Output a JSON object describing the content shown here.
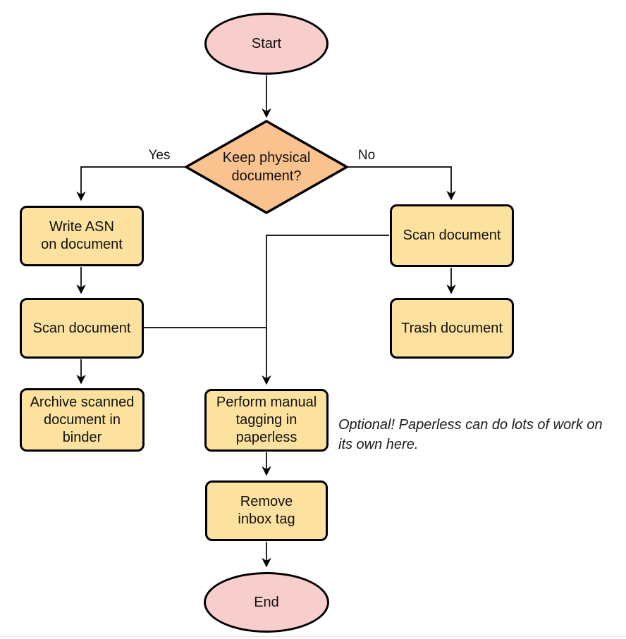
{
  "colors": {
    "canvas_bg": "#ffffff",
    "stroke": "#000000",
    "text": "#111111",
    "terminal_fill": "#f8cecc",
    "decision_fill": "#fac28f",
    "process_fill": "#fce29e",
    "bottom_rule": "#e9e5e5"
  },
  "nodes": {
    "start": {
      "type": "terminal",
      "label": "Start"
    },
    "decision": {
      "type": "decision",
      "lines": [
        "Keep physical",
        "document?"
      ]
    },
    "write_asn": {
      "type": "process",
      "lines": [
        "Write ASN",
        "on document"
      ]
    },
    "scan_left": {
      "type": "process",
      "label": "Scan document"
    },
    "archive": {
      "type": "process",
      "lines": [
        "Archive scanned",
        "document in",
        "binder"
      ]
    },
    "scan_right": {
      "type": "process",
      "label": "Scan document"
    },
    "trash": {
      "type": "process",
      "label": "Trash document"
    },
    "tagging": {
      "type": "process",
      "lines": [
        "Perform manual",
        "tagging in",
        "paperless"
      ]
    },
    "remove_inbox": {
      "type": "process",
      "lines": [
        "Remove",
        "inbox tag"
      ]
    },
    "end": {
      "type": "terminal",
      "label": "End"
    }
  },
  "edge_labels": {
    "yes": "Yes",
    "no": "No"
  },
  "note": {
    "lines": [
      "Optional! Paperless can do lots of work on",
      "its own here."
    ]
  }
}
